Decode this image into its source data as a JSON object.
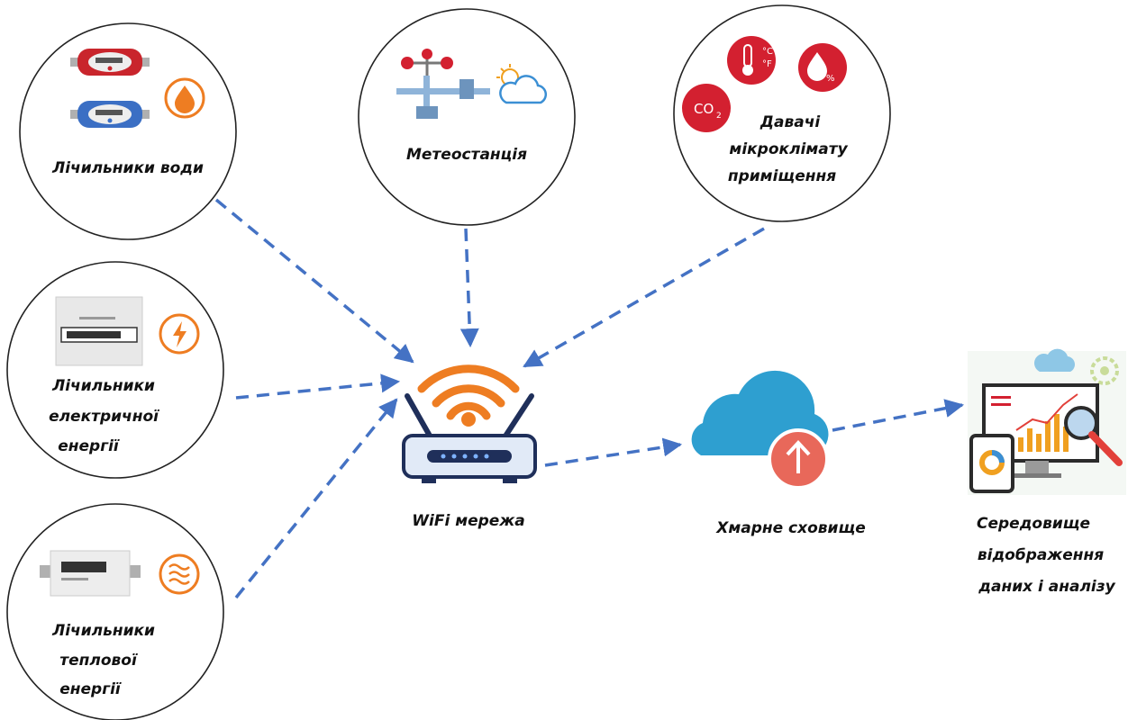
{
  "nodes": {
    "water_meters": {
      "label_lines": [
        "Лічильники води"
      ]
    },
    "weather_station": {
      "label_lines": [
        "Метеостанція"
      ]
    },
    "climate_sensors": {
      "label_lines": [
        "Давачі",
        "мікроклімату",
        "приміщення"
      ]
    },
    "electric_meters": {
      "label_lines": [
        "Лічильники",
        "електричної",
        "енергії"
      ]
    },
    "heat_meters": {
      "label_lines": [
        "Лічильники",
        "теплової",
        "енергії"
      ]
    },
    "wifi_network": {
      "label_lines": [
        "WiFi мережа"
      ]
    },
    "cloud_storage": {
      "label_lines": [
        "Хмарне сховище"
      ]
    },
    "analytics": {
      "label_lines": [
        "Середовище",
        "відображення",
        "даних і аналізу"
      ]
    }
  },
  "icons": {
    "co2_badge": "CO",
    "co2_sub": "2",
    "temp_c": "°C",
    "temp_f": "°F",
    "humidity_pct": "%"
  },
  "colors": {
    "connector": "#4472c4",
    "meter_red": "#c9252c",
    "meter_blue": "#3b6fc4",
    "orange": "#ee7d22",
    "sensor_red": "#d32030",
    "cloud_blue": "#2e9fd0",
    "upload_red": "#e8685a"
  }
}
